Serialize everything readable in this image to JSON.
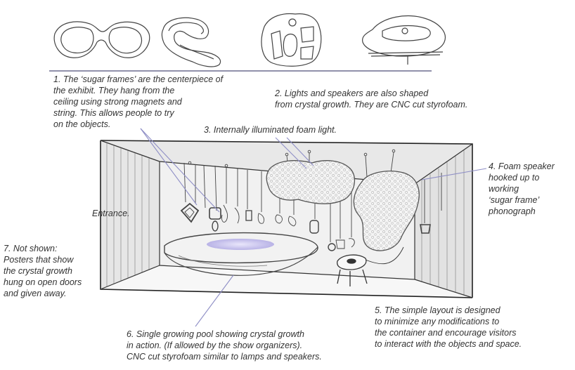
{
  "notes": {
    "n1": "1. The ‘sugar frames’ are the centerpiece of\nthe exhibit. They hang from the\nceiling using strong magnets and\nstring. This allows people to try\non the objects.",
    "n2": "2. Lights and speakers are also shaped\nfrom crystal growth. They are CNC cut styrofoam.",
    "n3": "3. Internally illuminated foam light.",
    "n4": "4. Foam speaker\nhooked up to\nworking\n‘sugar frame’\nphonograph",
    "entrance": "Entrance.",
    "n7": "7. Not shown:\nPosters that show\nthe crystal growth\nhung on open doors\nand given away.",
    "n5": "5. The simple layout is designed\nto minimize any modifications to\nthe container and encourage visitors\nto interact with the objects and space.",
    "n6": "6. Single growing pool showing crystal growth\nin action. (If allowed by the show organizers).\nCNC cut styrofoam similar to lamps and speakers."
  },
  "colors": {
    "leader_line": "#8f8fc6",
    "sketch_line": "#3a3a3a",
    "wall_fill": "#ececec",
    "pool_glow": "#b9b3e6"
  },
  "sketch_icons": [
    "sugar-glasses-icon",
    "sugar-cuff-icon",
    "sugar-block-icon",
    "sugar-platform-icon"
  ]
}
